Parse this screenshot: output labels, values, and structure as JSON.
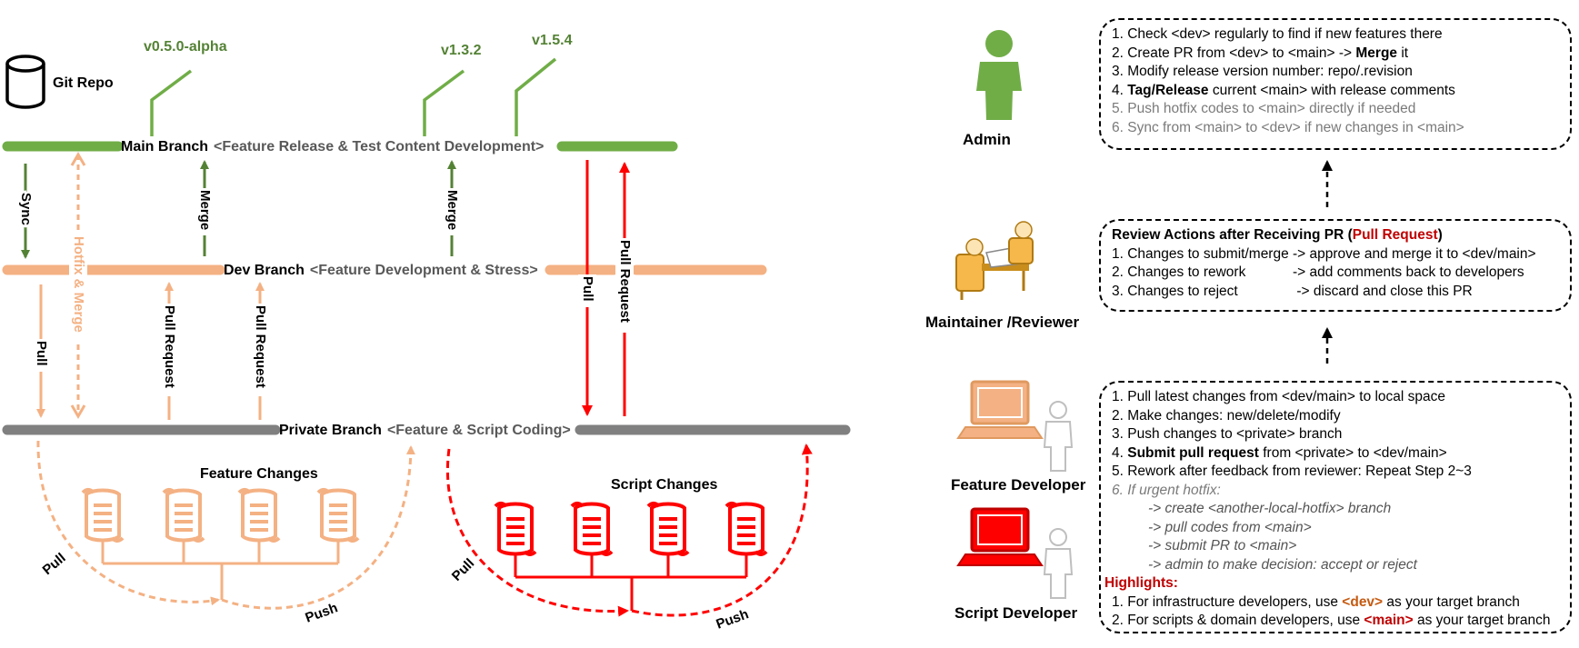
{
  "repo": {
    "label": "Git Repo"
  },
  "tags": [
    "v0.5.0-alpha",
    "v1.3.2",
    "v1.5.4"
  ],
  "branches": {
    "main": {
      "name": "Main Branch",
      "desc": "<Feature Release & Test Content Development>"
    },
    "dev": {
      "name": "Dev Branch",
      "desc": "<Feature Development & Stress>"
    },
    "private": {
      "name": "Private Branch",
      "desc": "<Feature & Script Coding>"
    }
  },
  "arrows": {
    "sync": "Sync",
    "hotfix_merge": "Hotfix & Merge",
    "merge": "Merge",
    "pull": "Pull",
    "pull_request": "Pull Request",
    "push": "Push"
  },
  "groups": {
    "feature": "Feature Changes",
    "script": "Script Changes"
  },
  "roles": {
    "admin": "Admin",
    "maintainer": "Maintainer /Reviewer",
    "feature_dev": "Feature Developer",
    "script_dev": "Script Developer"
  },
  "admin_box": {
    "l1": "1. Check <dev> regularly to find if new features there",
    "l2a": "2. Create PR from <dev> to <main> -> ",
    "l2b": "Merge",
    "l2c": " it",
    "l3": "3. Modify release version number: repo/.revision",
    "l4a": "4. ",
    "l4b": "Tag/Release",
    "l4c": " current <main> with release comments",
    "l5": "5. Push hotfix codes to <main> directly if needed",
    "l6": "6. Sync from <main> to <dev> if new changes in <main>"
  },
  "review_box": {
    "title_a": "Review Actions after Receiving PR (",
    "title_b": "Pull Request",
    "title_c": ")",
    "l1": "1. Changes to submit/merge -> approve and merge it to <dev/main>",
    "l2": "2. Changes to rework            -> add comments back to developers",
    "l3": "3. Changes to reject               -> discard and close this PR"
  },
  "dev_box": {
    "l1": "1. Pull latest changes from <dev/main> to local space",
    "l2": "2. Make changes: new/delete/modify",
    "l3": "3. Push changes to <private> branch",
    "l4a": "4. ",
    "l4b": "Submit pull request",
    "l4c": " from <private> to <dev/main>",
    "l5": "5. Rework after feedback from reviewer: Repeat Step 2~3",
    "l6": "6. If urgent hotfix:",
    "s1": "-> create <another-local-hotfix> branch",
    "s2": "-> pull codes from <main>",
    "s3": "-> submit PR to <main>",
    "s4": "-> admin to make decision: accept or reject",
    "hl": "Highlights:",
    "h1a": "1. For infrastructure developers, use ",
    "h1b": "<dev>",
    "h1c": " as your target branch",
    "h2a": "2. For scripts & domain developers, use ",
    "h2b": "<main>",
    "h2c": " as your target branch"
  },
  "colors": {
    "main": "#70ad47",
    "dev": "#f4b183",
    "private": "#808080",
    "merge": "#548235",
    "red": "#ff0000",
    "text_gray": "#595959"
  },
  "icons": [
    "database-icon",
    "person-icon",
    "meeting-icon",
    "laptop-icon",
    "document-icon"
  ]
}
